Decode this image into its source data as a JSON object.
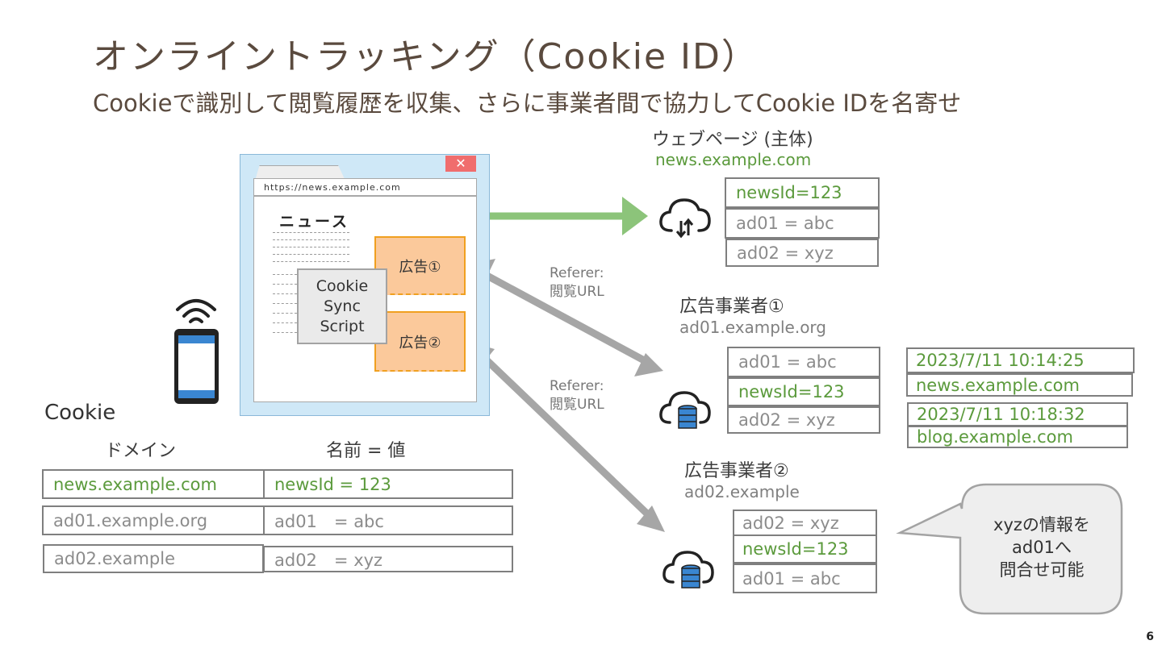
{
  "title": "オンライントラッキング（Cookie ID）",
  "subtitle": "Cookieで識別して閲覧履歴を収集、さらに事業者間で協力してCookie IDを名寄せ",
  "browser": {
    "url": "https://news.example.com",
    "close_glyph": "✕",
    "news_heading": "ニュース",
    "ad1_label": "広告①",
    "ad2_label": "広告②",
    "sync_script": [
      "Cookie",
      "Sync",
      "Script"
    ]
  },
  "cookie_table": {
    "heading": "Cookie",
    "col_domain": "ドメイン",
    "col_namevalue": "名前 = 値",
    "rows": [
      {
        "domain": "news.example.com",
        "value": "newsId = 123"
      },
      {
        "domain": "ad01.example.org",
        "value": "ad01　= abc"
      },
      {
        "domain": "ad02.example",
        "value": "ad02　= xyz"
      }
    ]
  },
  "webpage": {
    "label": "ウェブページ (主体)",
    "domain": "news.example.com",
    "cells": [
      "newsId=123",
      "ad01 = abc",
      "ad02 = xyz"
    ]
  },
  "adco1": {
    "label": "広告事業者①",
    "domain": "ad01.example.org",
    "cells": [
      "ad01 = abc",
      "newsId=123",
      "ad02 = xyz"
    ],
    "log": [
      {
        "time": "2023/7/11 10:14:25",
        "site": "news.example.com"
      },
      {
        "time": "2023/7/11 10:18:32",
        "site": "blog.example.com"
      }
    ]
  },
  "adco2": {
    "label": "広告事業者②",
    "domain": "ad02.example",
    "cells": [
      "ad02 = xyz",
      "newsId=123",
      "ad01 = abc"
    ]
  },
  "referer": [
    "Referer:",
    "閲覧URL"
  ],
  "bubble": [
    "xyzの情報を",
    "ad01へ",
    "問合せ可能"
  ],
  "page_number": "6",
  "colors": {
    "green_arrow": "#8cc47a",
    "gray_arrow": "#a6a6a6",
    "ad_fill": "#fbc99b",
    "ad_border": "#f0a020",
    "browser_bg": "#cfe8f7",
    "phone_blue": "#3a86d1"
  },
  "icons": [
    "wifi-icon",
    "smartphone-icon",
    "cloud-transfer-icon",
    "cloud-database-icon"
  ]
}
